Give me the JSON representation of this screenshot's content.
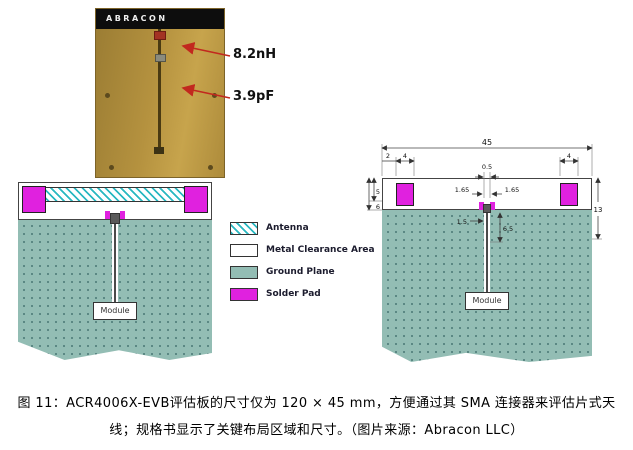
{
  "figure": {
    "photo": {
      "brand": "ABRACON",
      "callout_inductor": "8.2nH",
      "callout_capacitor": "3.9pF"
    },
    "legend": [
      {
        "label": "Antenna"
      },
      {
        "label": "Metal Clearance Area"
      },
      {
        "label": "Ground Plane"
      },
      {
        "label": "Solder Pad"
      }
    ],
    "left_diagram": {
      "module": "Module"
    },
    "right_diagram": {
      "module": "Module",
      "dims": {
        "overall_width": "45",
        "edge_gap": "2",
        "pad_width_left": "4",
        "pad_width_right": "4",
        "feed_gap": "0.5",
        "feed_offset_left": "1.65",
        "feed_offset_right": "1.65",
        "left_height_a": "5",
        "left_height_b": "6",
        "right_height": "13",
        "trace_width": "1.5",
        "trace_length": "6.5"
      }
    },
    "colors": {
      "ground_plane": "#93bdb4",
      "solder_pad": "#e021df",
      "antenna_hatch": "#1eb4be",
      "callout_arrow": "#c2281e"
    }
  },
  "caption": {
    "line1": "图 11：ACR4006X-EVB评估板的尺寸仅为 120 × 45 mm，方便通过其 SMA 连接器来评估片式天",
    "line2": "线；规格书显示了关键布局区域和尺寸。（图片来源：Abracon LLC）"
  }
}
